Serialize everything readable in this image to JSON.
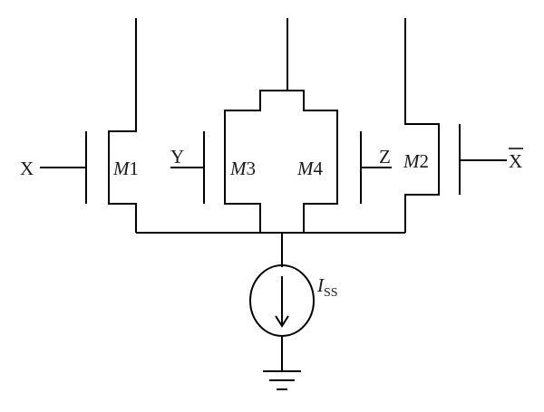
{
  "diagram": {
    "inputs": {
      "x": "X",
      "y": "Y",
      "z": "Z",
      "x_bar": "X"
    },
    "transistors": {
      "m1": {
        "letter": "M",
        "index": "1"
      },
      "m2": {
        "letter": "M",
        "index": "2"
      },
      "m3": {
        "letter": "M",
        "index": "3"
      },
      "m4": {
        "letter": "M",
        "index": "4"
      }
    },
    "current_source": {
      "symbol": "I",
      "subscript": "SS"
    },
    "colors": {
      "line": "#000000",
      "text": "#1a1a1a",
      "background": "#ffffff"
    }
  }
}
